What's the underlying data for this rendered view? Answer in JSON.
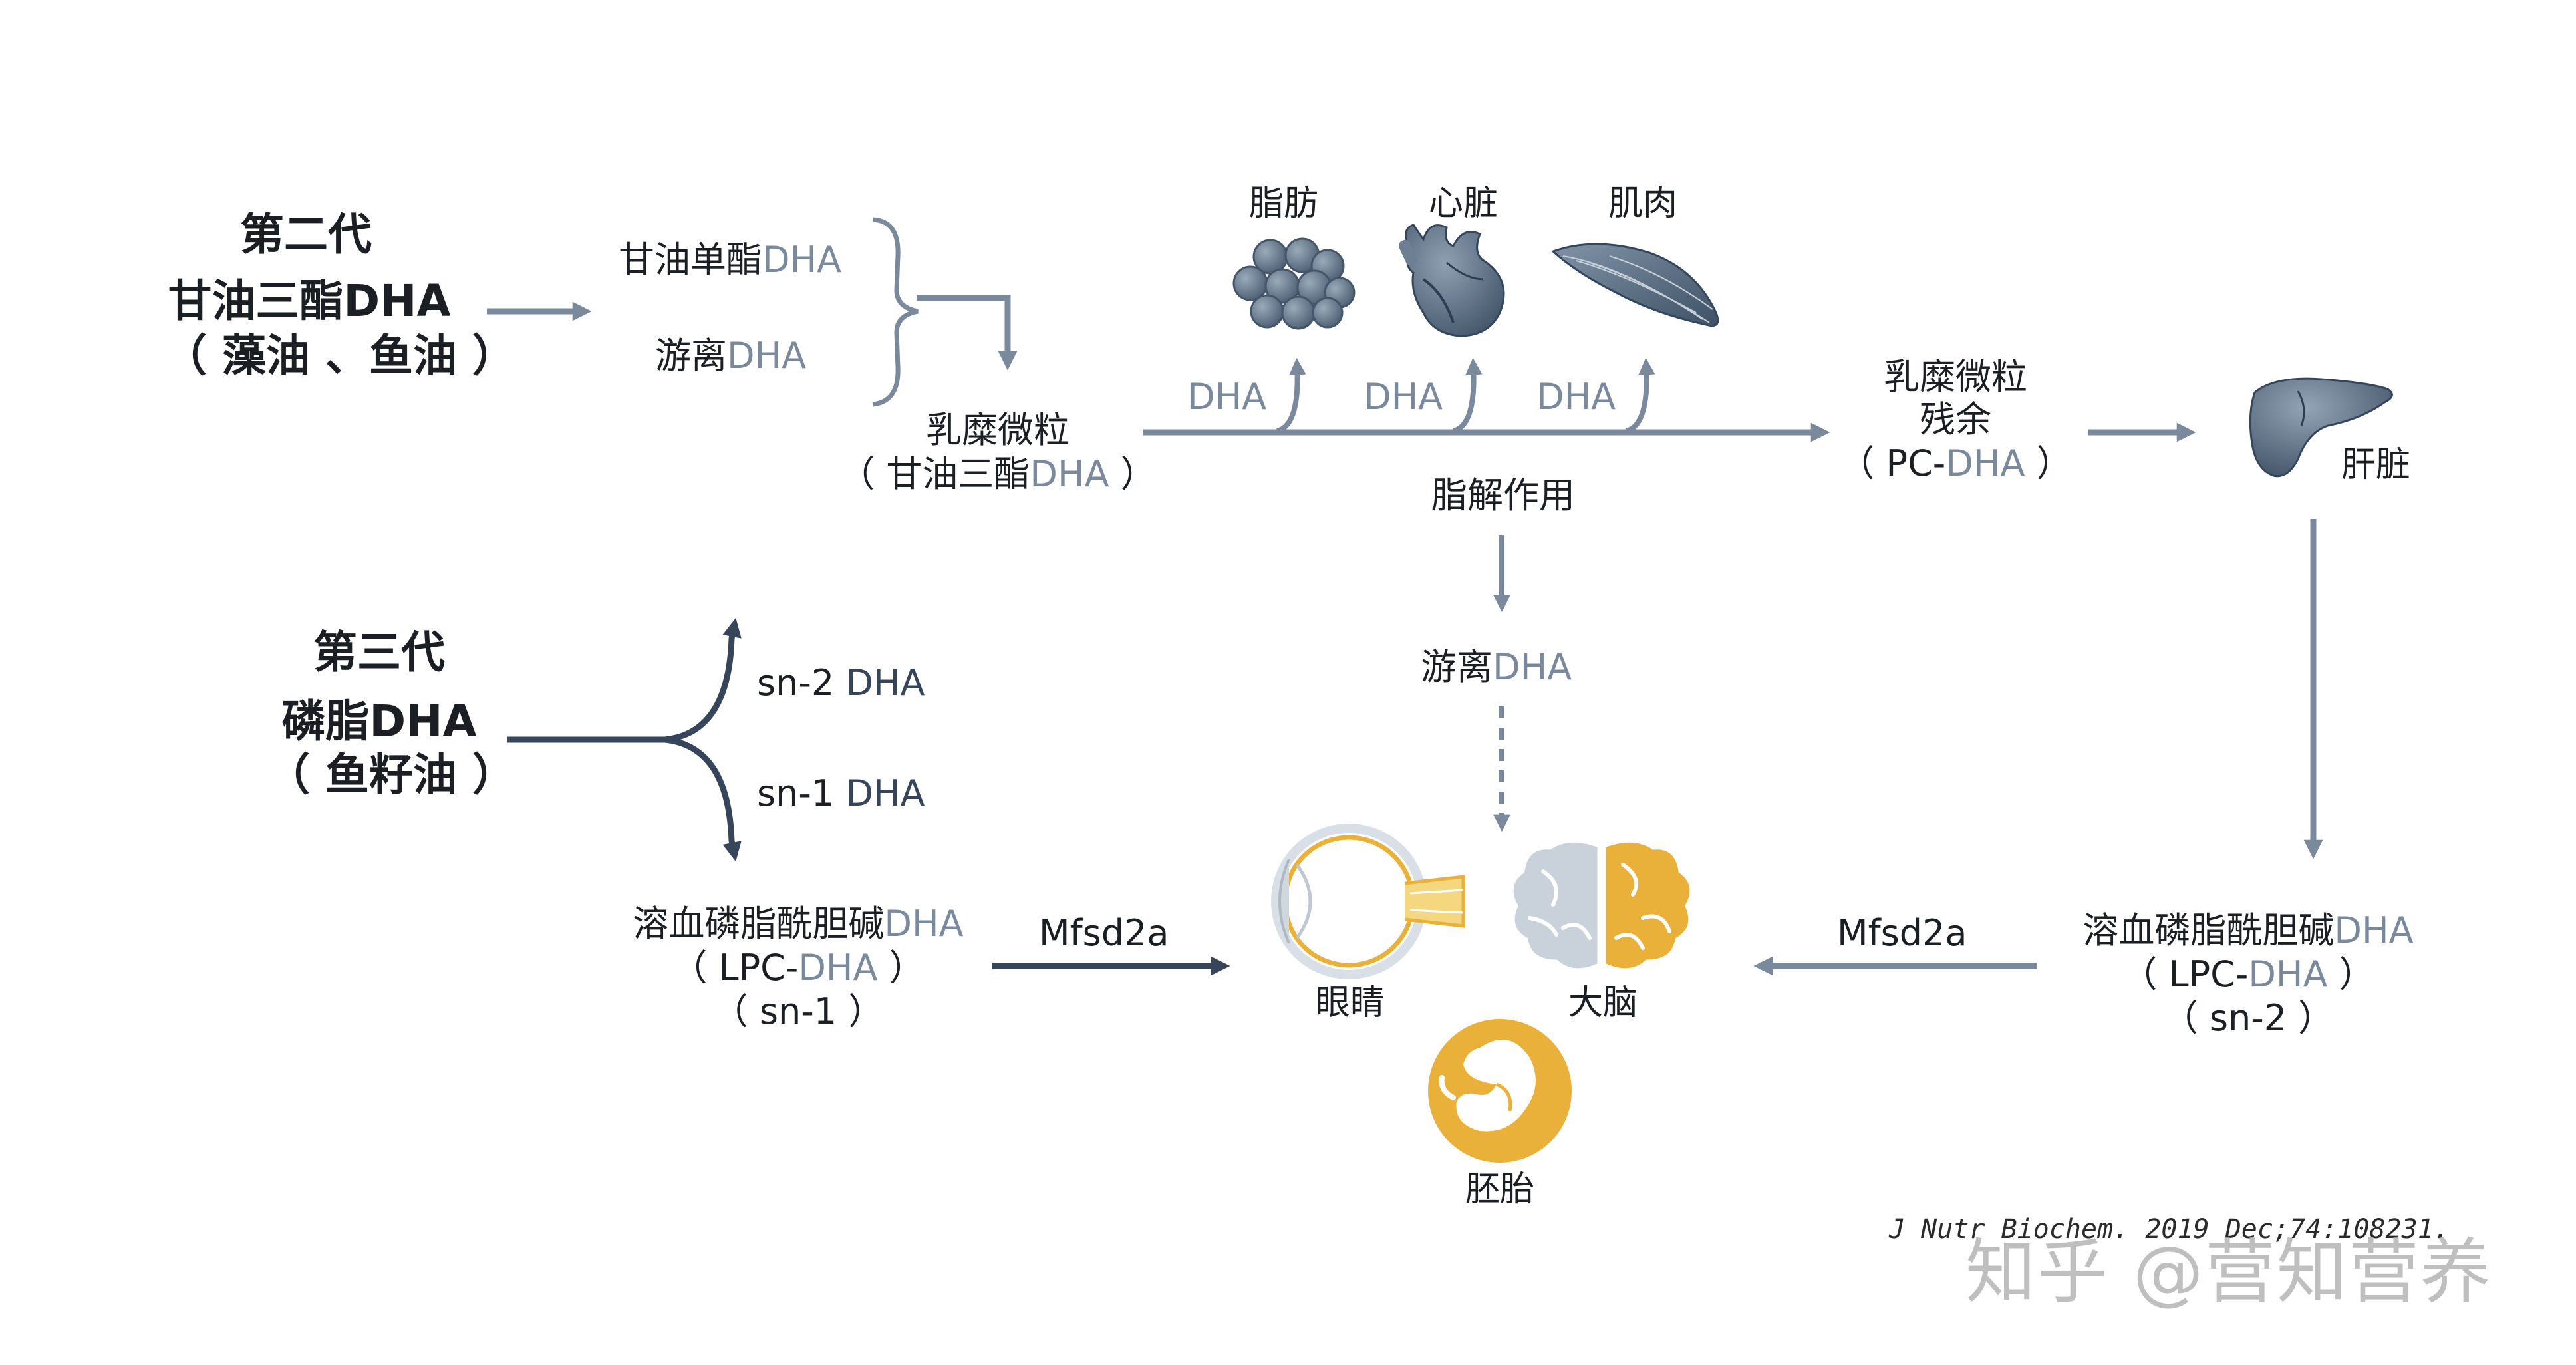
{
  "gen2": {
    "title": "第二代",
    "line1": "甘油三酯DHA",
    "line2": "（ 藻油 、鱼油 ）"
  },
  "gen2_sources": {
    "mono_prefix": "甘油单酯",
    "free_prefix": "游离",
    "dha": "DHA"
  },
  "chylomicron": {
    "line1": "乳糜微粒",
    "line2_prefix": "（ 甘油三酯",
    "line2_dha": "DHA",
    "line2_suffix": " ）"
  },
  "tissues": {
    "fat": "脂肪",
    "heart": "心脏",
    "muscle": "肌肉",
    "dha_label": "DHA"
  },
  "lipolysis": "脂解作用",
  "free_dha": {
    "prefix": "游离",
    "dha": "DHA"
  },
  "remnant": {
    "line1": "乳糜微粒",
    "line2": "残余",
    "line3_prefix": "（ PC-",
    "line3_dha": "DHA",
    "line3_suffix": " ）"
  },
  "liver": "肝脏",
  "gen3": {
    "title": "第三代",
    "line1": "磷脂DHA",
    "line2": "（ 鱼籽油 ）"
  },
  "sn_labels": {
    "sn2": "sn-2",
    "sn1": "sn-1",
    "dha": "DHA"
  },
  "lpc_left": {
    "line1_prefix": "溶血磷脂酰胆碱",
    "line1_dha": "DHA",
    "line2_prefix": "（ LPC-",
    "line2_dha": "DHA",
    "line2_suffix": " ）",
    "line3": "（ sn-1 ）"
  },
  "lpc_right": {
    "line1_prefix": "溶血磷脂酰胆碱",
    "line1_dha": "DHA",
    "line2_prefix": "（ LPC-",
    "line2_dha": "DHA",
    "line2_suffix": " ）",
    "line3": "（ sn-2 ）"
  },
  "transporter": {
    "left": "Mfsd2a",
    "right": "Mfsd2a"
  },
  "targets": {
    "eye": "眼睛",
    "brain": "大脑",
    "embryo": "胚胎"
  },
  "citation": "J Nutr Biochem. 2019 Dec;74:108231.",
  "watermark": "知乎 @营知营养",
  "colors": {
    "arrow_gray": "#7a8a9c",
    "arrow_dark": "#36455a",
    "dha_text": "#7a8a9c",
    "organ_blue": "#5f7184",
    "accent_yellow": "#e9b13a"
  }
}
